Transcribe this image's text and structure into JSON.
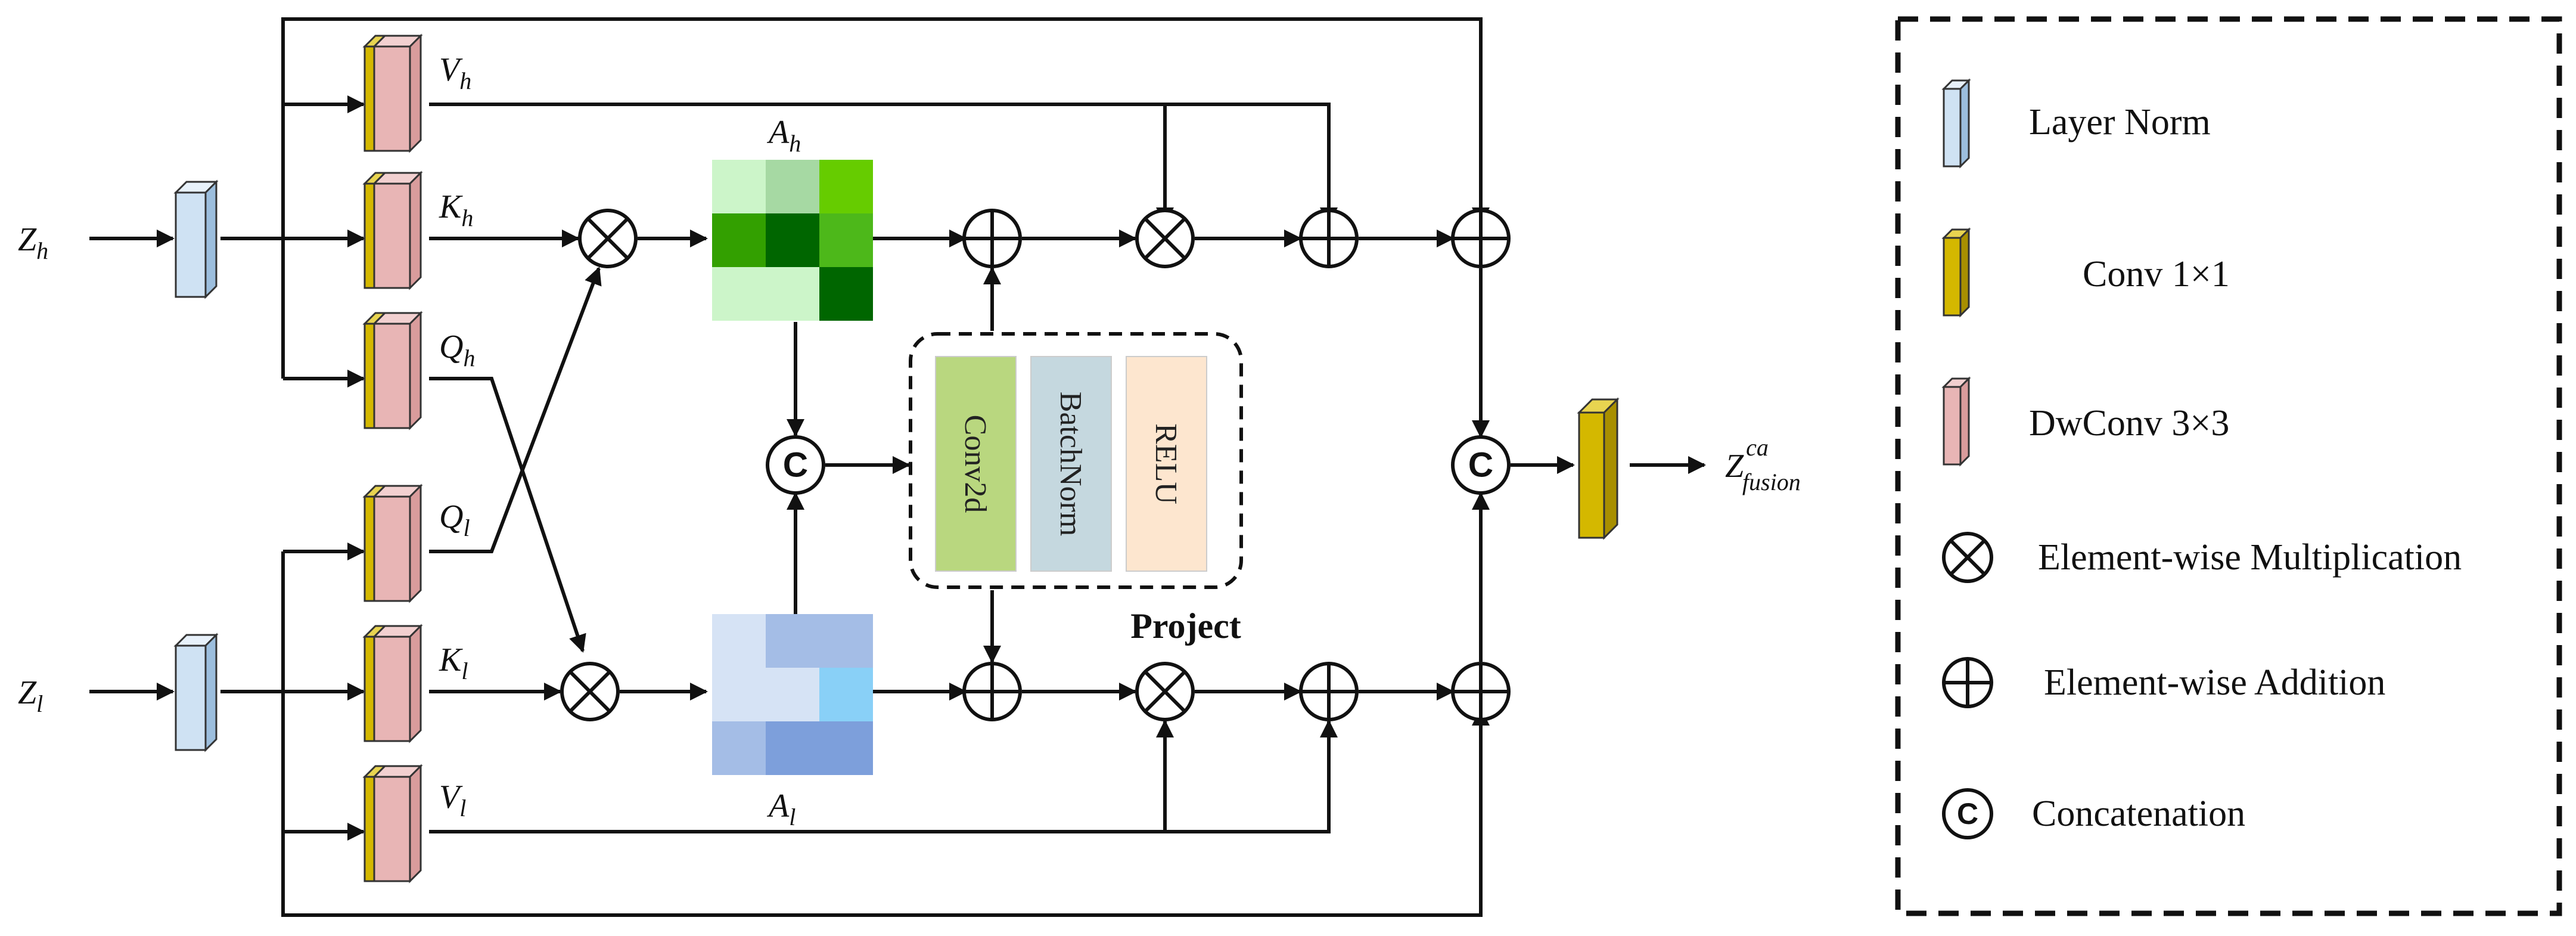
{
  "inputs": {
    "zh": {
      "main": "Z",
      "sub": "h"
    },
    "zl": {
      "main": "Z",
      "sub": "l"
    }
  },
  "branches": {
    "vh": {
      "main": "V",
      "sub": "h"
    },
    "kh": {
      "main": "K",
      "sub": "h"
    },
    "qh": {
      "main": "Q",
      "sub": "h"
    },
    "ql": {
      "main": "Q",
      "sub": "l"
    },
    "kl": {
      "main": "K",
      "sub": "l"
    },
    "vl": {
      "main": "V",
      "sub": "l"
    }
  },
  "attention": {
    "ah": {
      "main": "A",
      "sub": "h"
    },
    "al": {
      "main": "A",
      "sub": "l"
    }
  },
  "project": {
    "title": "Project",
    "layers": [
      "Conv2d",
      "BatchNorm",
      "RELU"
    ]
  },
  "output": {
    "main": "Z",
    "sup": "ca",
    "sub": "fusion"
  },
  "concat_symbol": "C",
  "legend": {
    "items": [
      {
        "icon": "layer-norm",
        "label": "Layer Norm"
      },
      {
        "icon": "conv-1x1",
        "label": "Conv 1×1"
      },
      {
        "icon": "dwconv-3x3",
        "label": "DwConv 3×3"
      },
      {
        "icon": "multiply",
        "label": "Element-wise Multiplication"
      },
      {
        "icon": "add",
        "label": "Element-wise Addition"
      },
      {
        "icon": "concat",
        "label": "Concatenation"
      }
    ]
  },
  "colors": {
    "layer_norm": "#cfe2f3",
    "conv": "#d4b800",
    "dwconv": "#e8b5b5",
    "conv2d": "#b9d77f",
    "batchnorm": "#c5d8df",
    "relu": "#fde6cf",
    "ah_cells": [
      "#ccf5c9",
      "#a6d9a3",
      "#66cc00",
      "#33a000",
      "#006600",
      "#4db81a",
      "#ccf5c9",
      "#ccf5c9",
      "#006600"
    ],
    "al_cells": [
      "#d6e3f5",
      "#a4bde6",
      "#a4bde6",
      "#d6e3f5",
      "#d6e3f5",
      "#89d0f7",
      "#a4bde6",
      "#7d9fdb",
      "#7d9fdb"
    ]
  }
}
